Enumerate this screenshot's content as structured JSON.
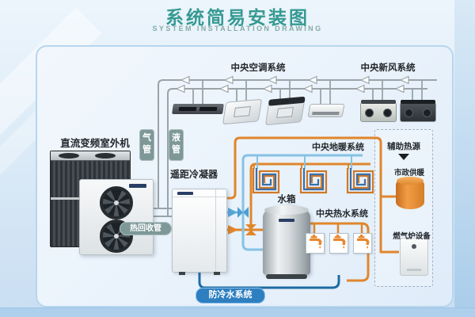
{
  "header": {
    "title_zh": "系统简易安装图",
    "title_en": "SYSTEM INSTALLATION DRAWING"
  },
  "systems": {
    "central_ac": "中央空调系统",
    "fresh_air": "中央新风系统",
    "floor_heating": "中央地暖系统",
    "hot_water": "中央热水系统",
    "anti_cold_water": "防冷水系统"
  },
  "equipment": {
    "outdoor_unit": "直流变频室外机",
    "remote_condenser": "遥距冷凝器",
    "water_tank": "水箱",
    "aux_heat_source": "辅助热源",
    "municipal_heating": "市政供暖",
    "gas_boiler": "燃气炉设备"
  },
  "pipe_tags": {
    "gas_pipe": "气管",
    "liquid_pipe": "液管",
    "heat_recovery_pipe": "热回收管"
  },
  "counts": {
    "ac_indoor_units": 4,
    "fresh_air_units": 2,
    "floor_heating_coils": 3,
    "hot_water_taps": 3,
    "outdoor_units": 2
  },
  "colors": {
    "title_teal": "#359a92",
    "hot_water_pipe_orange": "#e0862c",
    "cold_water_pipe_lightblue": "#85c2e4",
    "anti_cold_pipe_darkblue": "#1e6ca3",
    "refrigerant_pipe_gray": "#9aa4a8",
    "pipe_tag_bg": "#7e9898",
    "anti_cold_tag_bg": "#2e7fc0",
    "card_border": "#b7d6ee"
  }
}
